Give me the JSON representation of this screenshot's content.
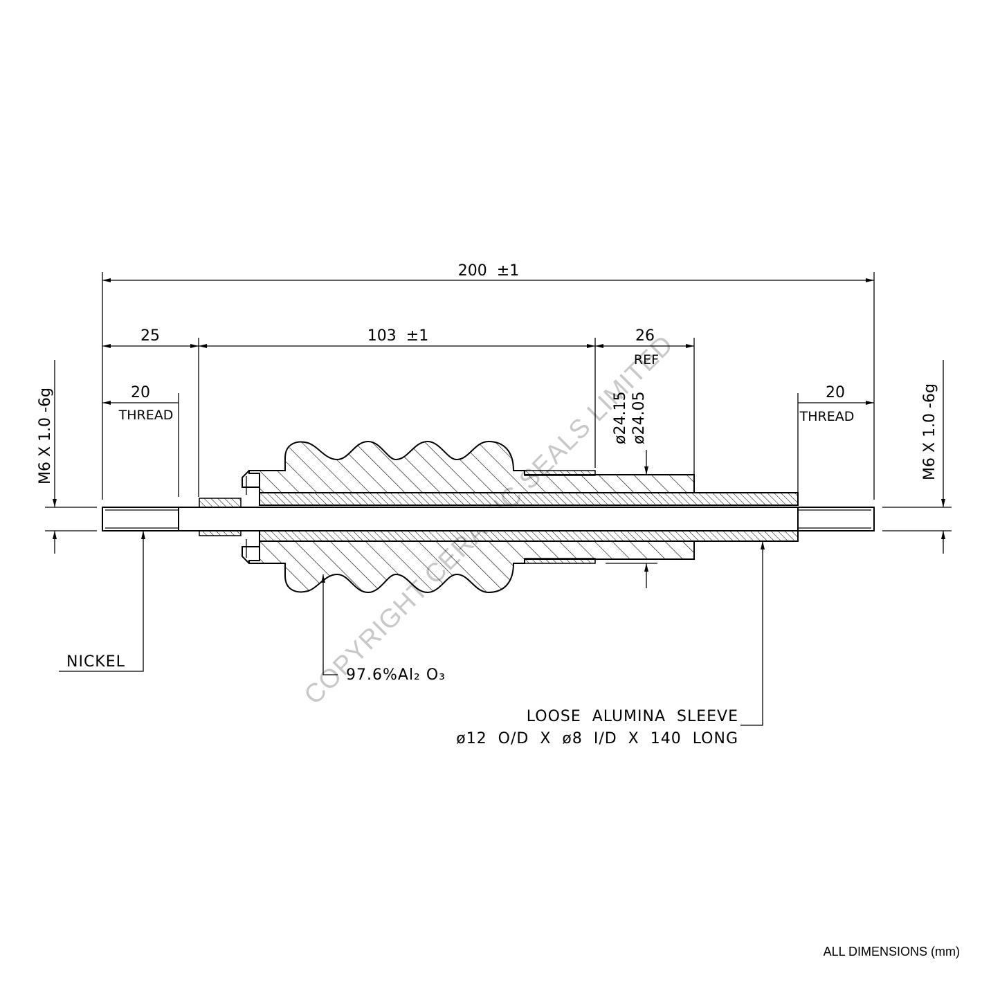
{
  "dimensions": {
    "overall": "200  ±1",
    "left_end": "25",
    "insulator_length": "103  ±1",
    "flange_length": "26",
    "flange_length_note": "REF",
    "thread_left": "20",
    "thread_left_note": "THREAD",
    "thread_right": "20",
    "thread_right_note": "THREAD",
    "diameter_max": "ø24.15",
    "diameter_min": "ø24.05",
    "thread_spec_left": "M6 X 1.0 -6g",
    "thread_spec_right": "M6 X 1.0 -6g"
  },
  "callouts": {
    "conductor": "NICKEL",
    "insulator_material": "97.6%Al₂ O₃",
    "sleeve_line1": "LOOSE  ALUMINA  SLEEVE",
    "sleeve_line2": "ø12  O/D  X  ø8  I/D  X  140  LONG"
  },
  "watermark": "COPYRIGHT CERAMIC SEALS LIMITED",
  "footer": "ALL DIMENSIONS (mm)",
  "colors": {
    "line": "#000000",
    "watermark": "#c8c8c8",
    "background": "#ffffff"
  }
}
